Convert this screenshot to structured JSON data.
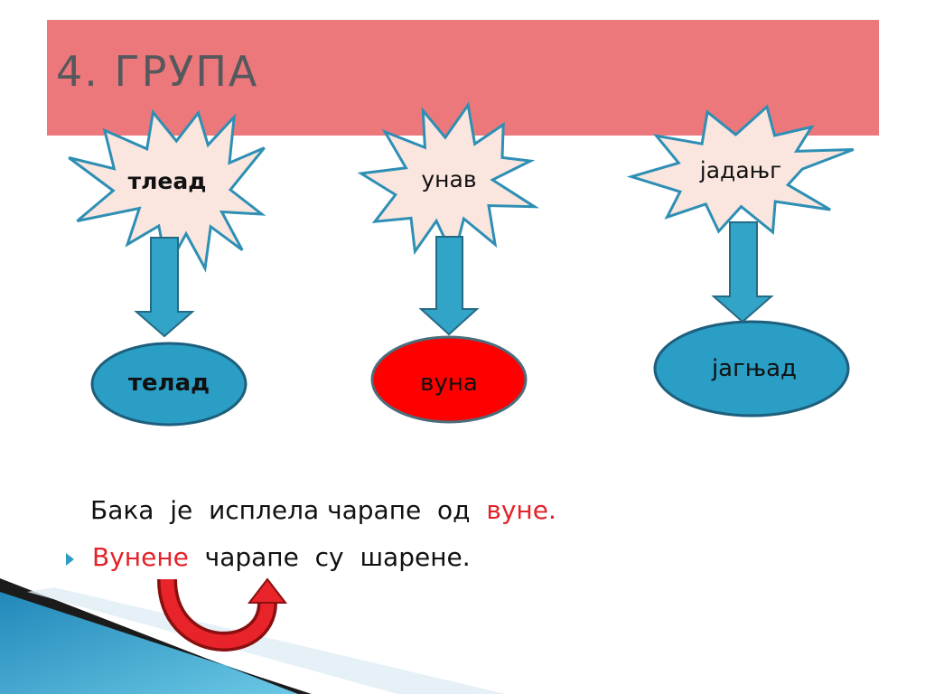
{
  "slide": {
    "title": "4. ГРУПА",
    "colors": {
      "title_band": "#ec787c",
      "star_fill": "#fbe6df",
      "arrow_fill": "#31a4c8",
      "oval_fill": "#2b9ec5",
      "oval_highlight": "#ff0000",
      "red_text": "#e32229"
    },
    "groups": [
      {
        "scrambled": "тлеад",
        "answer": "телад",
        "highlighted": false
      },
      {
        "scrambled": "унав",
        "answer": "вуна",
        "highlighted": true
      },
      {
        "scrambled": "јадањг",
        "answer": "јагњад",
        "highlighted": false
      }
    ],
    "sentence1": {
      "words": [
        "Бака",
        "је",
        "исплела",
        "чарапе",
        "од"
      ],
      "highlight": "вуне."
    },
    "sentence2": {
      "highlight": "Вунене",
      "words": [
        "чарапе",
        "су",
        "шарене"
      ],
      "end": "."
    }
  }
}
